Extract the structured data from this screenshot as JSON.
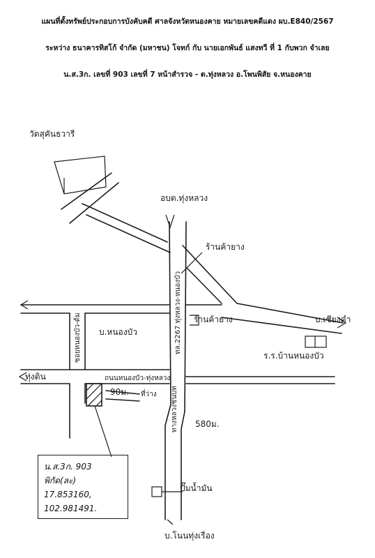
{
  "header": {
    "line1": "แผนที่ตั้งทรัพย์ประกอบการบังคับคดี ศาลจังหวัดหนองคาย  หมายเลขคดีแดง ผบ.E840/2567",
    "line2": "ระหว่าง ธนาคารทิสโก้ จำกัด (มหาชน) โจทก์ กับ นายเอกพันธ์ แสงทวี  ที่ 1 กับพวก จำเลย",
    "line3": "น.ส.3ก. เลขที่ 903 เลขที่ 7  หน้าสำรวจ -  ต.ทุ่งหลวง   อ.โพนพิสัย  จ.หนองคาย"
  },
  "map": {
    "temple": "วัดสุคันธวารี",
    "to_tung_luang": "อบต.ทุ่งหลวง",
    "highway_label": "ทล.2267 ทุ่งหลวง-หนองบัว",
    "shop_1": "ร้านค้ายาง",
    "shop_2": "ร้านค้ายาง",
    "village_nongbua": "บ.หนองบัว",
    "to_chiang_kham": "บ.เชียงคำ",
    "school": "ร.ร.บ้านหนองบัว",
    "road_nongbua_tunghong": "ถนนหนองบัว-ทุ่งหลวง",
    "to_thung_din": "ทุ่งดิน",
    "distance_90": "90ม.",
    "petrol": "ที่ว่าง",
    "road_soi": "ซอยหนองบัว-ต้ม",
    "distance_580": "580ม.",
    "fuel_station": "ปั๊มน้ำมัน",
    "village_bottom": "บ.โนนทุ่งเรือง",
    "south_road_label": "ทางหลวงชนบท"
  },
  "info_box": {
    "line1": "น.ส.3ก. 903",
    "line2": "พิกัด(ละ)",
    "line3": "17.853160,",
    "line4": "102.981491."
  }
}
